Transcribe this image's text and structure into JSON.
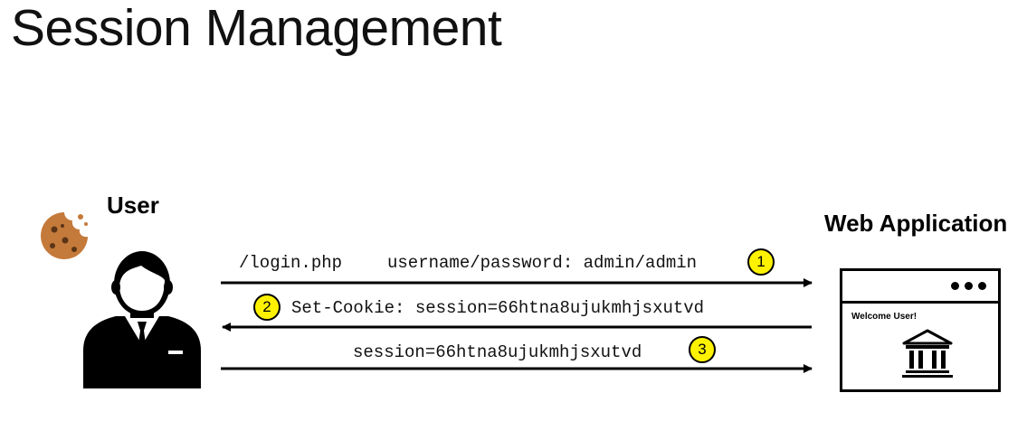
{
  "title": "Session Management",
  "user": {
    "label": "User",
    "cookie_icon": "cookie-icon",
    "person_icon": "businessman-icon"
  },
  "web_app": {
    "label": "Web Application",
    "browser_text": "Welcome User!",
    "bank_icon": "bank-building-icon"
  },
  "messages": [
    {
      "step": "1",
      "path": "/login.php",
      "text": "username/password: admin/admin",
      "direction": "user-to-app"
    },
    {
      "step": "2",
      "text": "Set-Cookie: session=66htna8ujukmhjsxutvd",
      "direction": "app-to-user"
    },
    {
      "step": "3",
      "text": "session=66htna8ujukmhjsxutvd",
      "direction": "user-to-app"
    }
  ],
  "colors": {
    "badge": "#fff200",
    "cookie": "#c47a3a",
    "line": "#000000"
  }
}
